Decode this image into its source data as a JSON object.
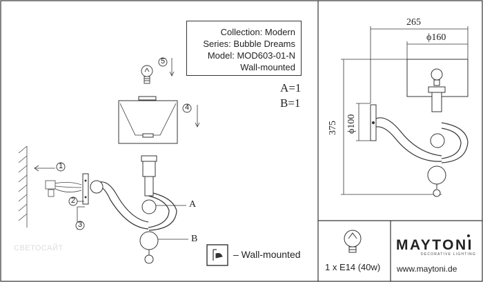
{
  "info": {
    "collection": "Collection: Modern",
    "series": "Series: Bubble Dreams",
    "model": "Model: MOD603-01-N",
    "mount": "Wall-mounted"
  },
  "quantities": {
    "a": "A=1",
    "b": "B=1"
  },
  "parts": {
    "a": "A",
    "b": "B"
  },
  "steps": [
    "1",
    "2",
    "3",
    "4",
    "5"
  ],
  "dimensions": {
    "width": "265",
    "shade_diameter": "ϕ160",
    "height": "375",
    "plate_diameter": "ϕ100"
  },
  "legend": {
    "text": "– Wall-mounted"
  },
  "bulb": {
    "spec": "1 x E14 (40w)"
  },
  "brand": {
    "name": "MAYTONI",
    "tagline": "DECORATIVE LIGHTING",
    "website": "www.maytoni.de"
  },
  "watermark": "СВЕТОСАЙТ"
}
